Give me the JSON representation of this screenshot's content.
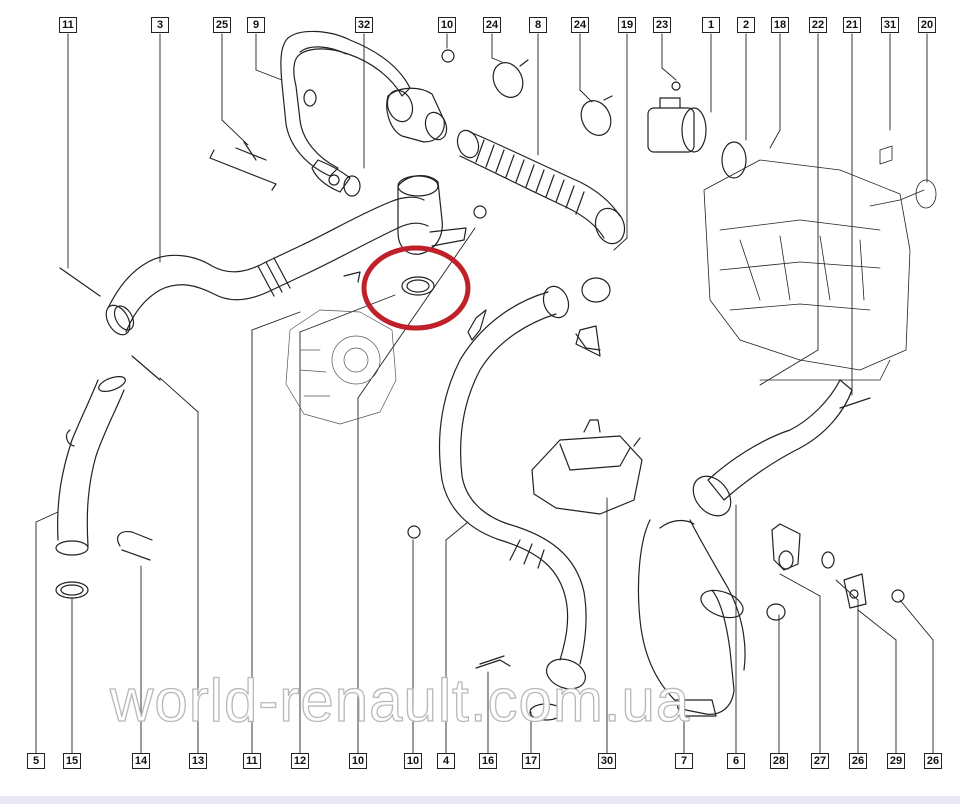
{
  "labels_top": [
    "11",
    "3",
    "25",
    "9",
    "32",
    "10",
    "24",
    "8",
    "24",
    "19",
    "23",
    "1",
    "2",
    "18",
    "22",
    "21",
    "31",
    "20"
  ],
  "labels_bottom": [
    "5",
    "15",
    "14",
    "13",
    "11",
    "12",
    "10",
    "10",
    "4",
    "16",
    "17",
    "30",
    "7",
    "6",
    "28",
    "27",
    "26",
    "29",
    "26"
  ],
  "watermark": "world-renault.com.ua",
  "highlight_color": "#c0202a",
  "line_color": "#222222"
}
